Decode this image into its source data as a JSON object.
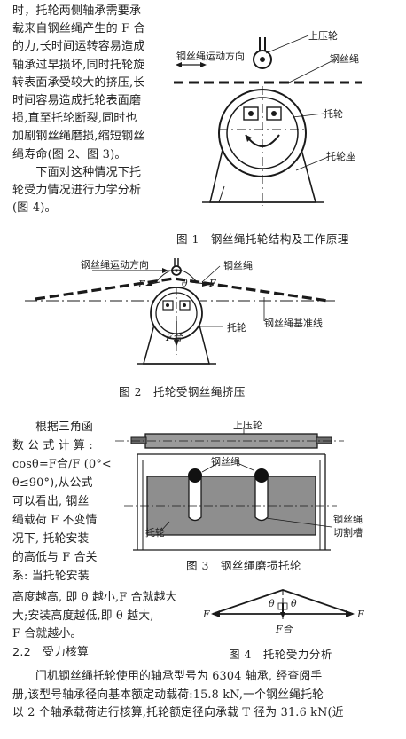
{
  "left_column_lines": [
    "时，托轮两侧轴承需要承",
    "载来自钢丝绳产生的 F 合",
    "的力,长时间运转容易造成",
    "轴承过早损坏,同时托轮旋",
    "转表面承受较大的挤压,长",
    "时间容易造成托轮表面磨",
    "损,直至托轮断裂,同时也",
    "加剧钢丝绳磨损,缩短钢丝",
    "绳寿命(图 2、图 3)。",
    "　　下面对这种情况下托",
    "轮受力情况进行力学分析",
    "(图 4)。"
  ],
  "fig1": {
    "caption": "图 1　钢丝绳托轮结构及工作原理",
    "labels": {
      "upper_wheel": "上压轮",
      "rope": "钢丝绳",
      "motion": "钢丝绳运动方向",
      "roller": "托轮",
      "seat": "托轮座"
    }
  },
  "fig2": {
    "caption": "图 2　托轮受钢丝绳挤压",
    "labels": {
      "rope": "钢丝绳",
      "motion": "钢丝绳运动方向",
      "roller": "托轮",
      "baseline": "钢丝绳基准线",
      "F": "F",
      "Fh": "F合",
      "theta": "θ"
    }
  },
  "mid_column_lines": [
    "　　根据三角函",
    "数 公 式 计 算 :",
    "cosθ=F合/F (0°<",
    "θ≤90°),从公式",
    "可以看出, 钢丝",
    "绳载荷 F 不变情",
    "况下, 托轮安装",
    "的高低与 F 合关",
    "系: 当托轮安装"
  ],
  "fig3": {
    "caption": "图 3　钢丝绳磨损托轮",
    "labels": {
      "upper_wheel": "上压轮",
      "rope": "钢丝绳",
      "roller": "托轮",
      "groove_1": "钢丝绳",
      "groove_2": "切割槽"
    }
  },
  "fig4": {
    "caption": "图 4　托轮受力分析",
    "labels": {
      "F_left": "F",
      "F_right": "F",
      "theta_l": "θ",
      "theta_r": "θ",
      "Fh": "F合"
    }
  },
  "bottom_lines": [
    "高度越高, 即 θ 越小,F 合就越大",
    "大;安装高度越低,即 θ 越大,",
    "F 合就越小。",
    "2.2　受力核算",
    "　　门机钢丝绳托轮使用的轴承型号为 6304 轴承, 经查阅手",
    "册,该型号轴承径向基本额定动载荷:15.8 kN,一个钢丝绳托轮",
    "以 2 个轴承载荷进行核算,托轮额定径向承载 T 径为 31.6 kN(近"
  ]
}
